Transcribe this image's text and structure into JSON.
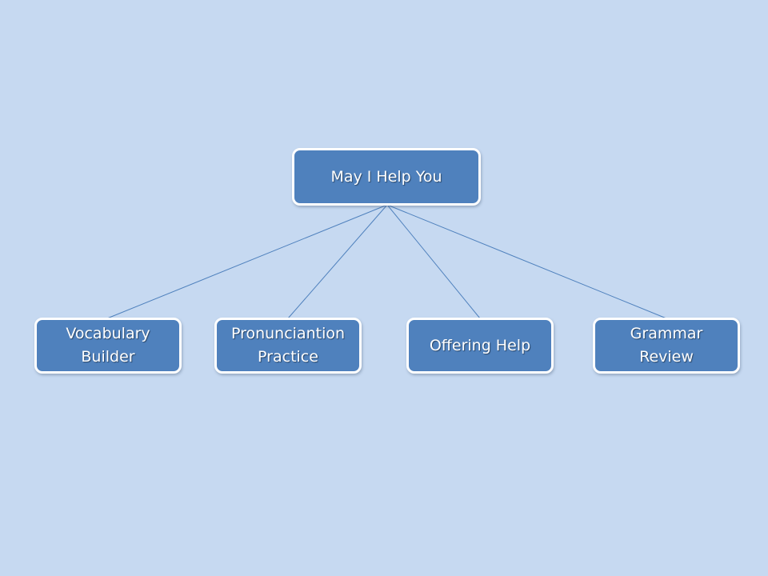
{
  "diagram": {
    "root": {
      "label": "May I Help You"
    },
    "children": [
      {
        "label": "Vocabulary\nBuilder"
      },
      {
        "label": "Pronunciantion\nPractice"
      },
      {
        "label": "Offering Help"
      },
      {
        "label": "Grammar\nReview"
      }
    ]
  },
  "colors": {
    "background": "#c6d9f1",
    "node_fill": "#4f81bd",
    "node_border": "#ffffff",
    "connector": "#4f81bd"
  }
}
